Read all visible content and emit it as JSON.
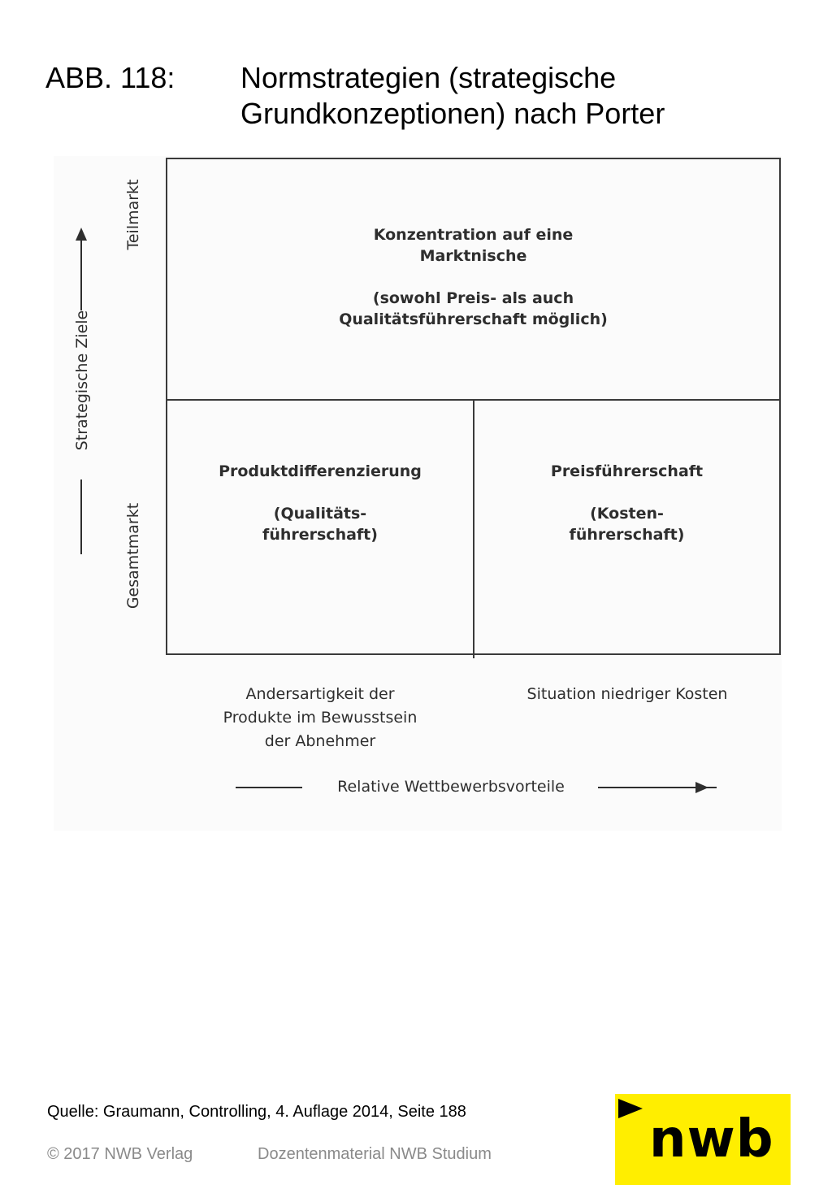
{
  "header": {
    "label": "ABB. 118:",
    "title_line1": "Normstrategien (strategische",
    "title_line2": "Grundkonzeptionen) nach Porter"
  },
  "diagram": {
    "top_box": {
      "line1": "Konzentration auf eine",
      "line2": "Marktnische",
      "line3": "(sowohl Preis- als auch",
      "line4": "Qualitätsführerschaft möglich)"
    },
    "bottom_left_box": {
      "line1": "Produktdifferenzierung",
      "line2": "(Qualitäts-",
      "line3": "führerschaft)"
    },
    "bottom_right_box": {
      "line1": "Preisführerschaft",
      "line2": "(Kosten-",
      "line3": "führerschaft)"
    },
    "x_categories": {
      "left_line1": "Andersartigkeit der",
      "left_line2": "Produkte im Bewusstsein",
      "left_line3": "der Abnehmer",
      "right": "Situation niedriger  Kosten"
    },
    "x_axis_label": "Relative Wettbewerbsvorteile",
    "y_axis_label": "Strategische Ziele",
    "y_top_label": "Teilmarkt",
    "y_bottom_label": "Gesamtmarkt"
  },
  "footer": {
    "source": "Quelle: Graumann, Controlling, 4. Auflage 2014, Seite 188",
    "copyright": "© 2017 NWB Verlag",
    "material": "Dozentenmaterial NWB Studium"
  },
  "logo": {
    "text": "nwb",
    "color": "#ffee00"
  }
}
